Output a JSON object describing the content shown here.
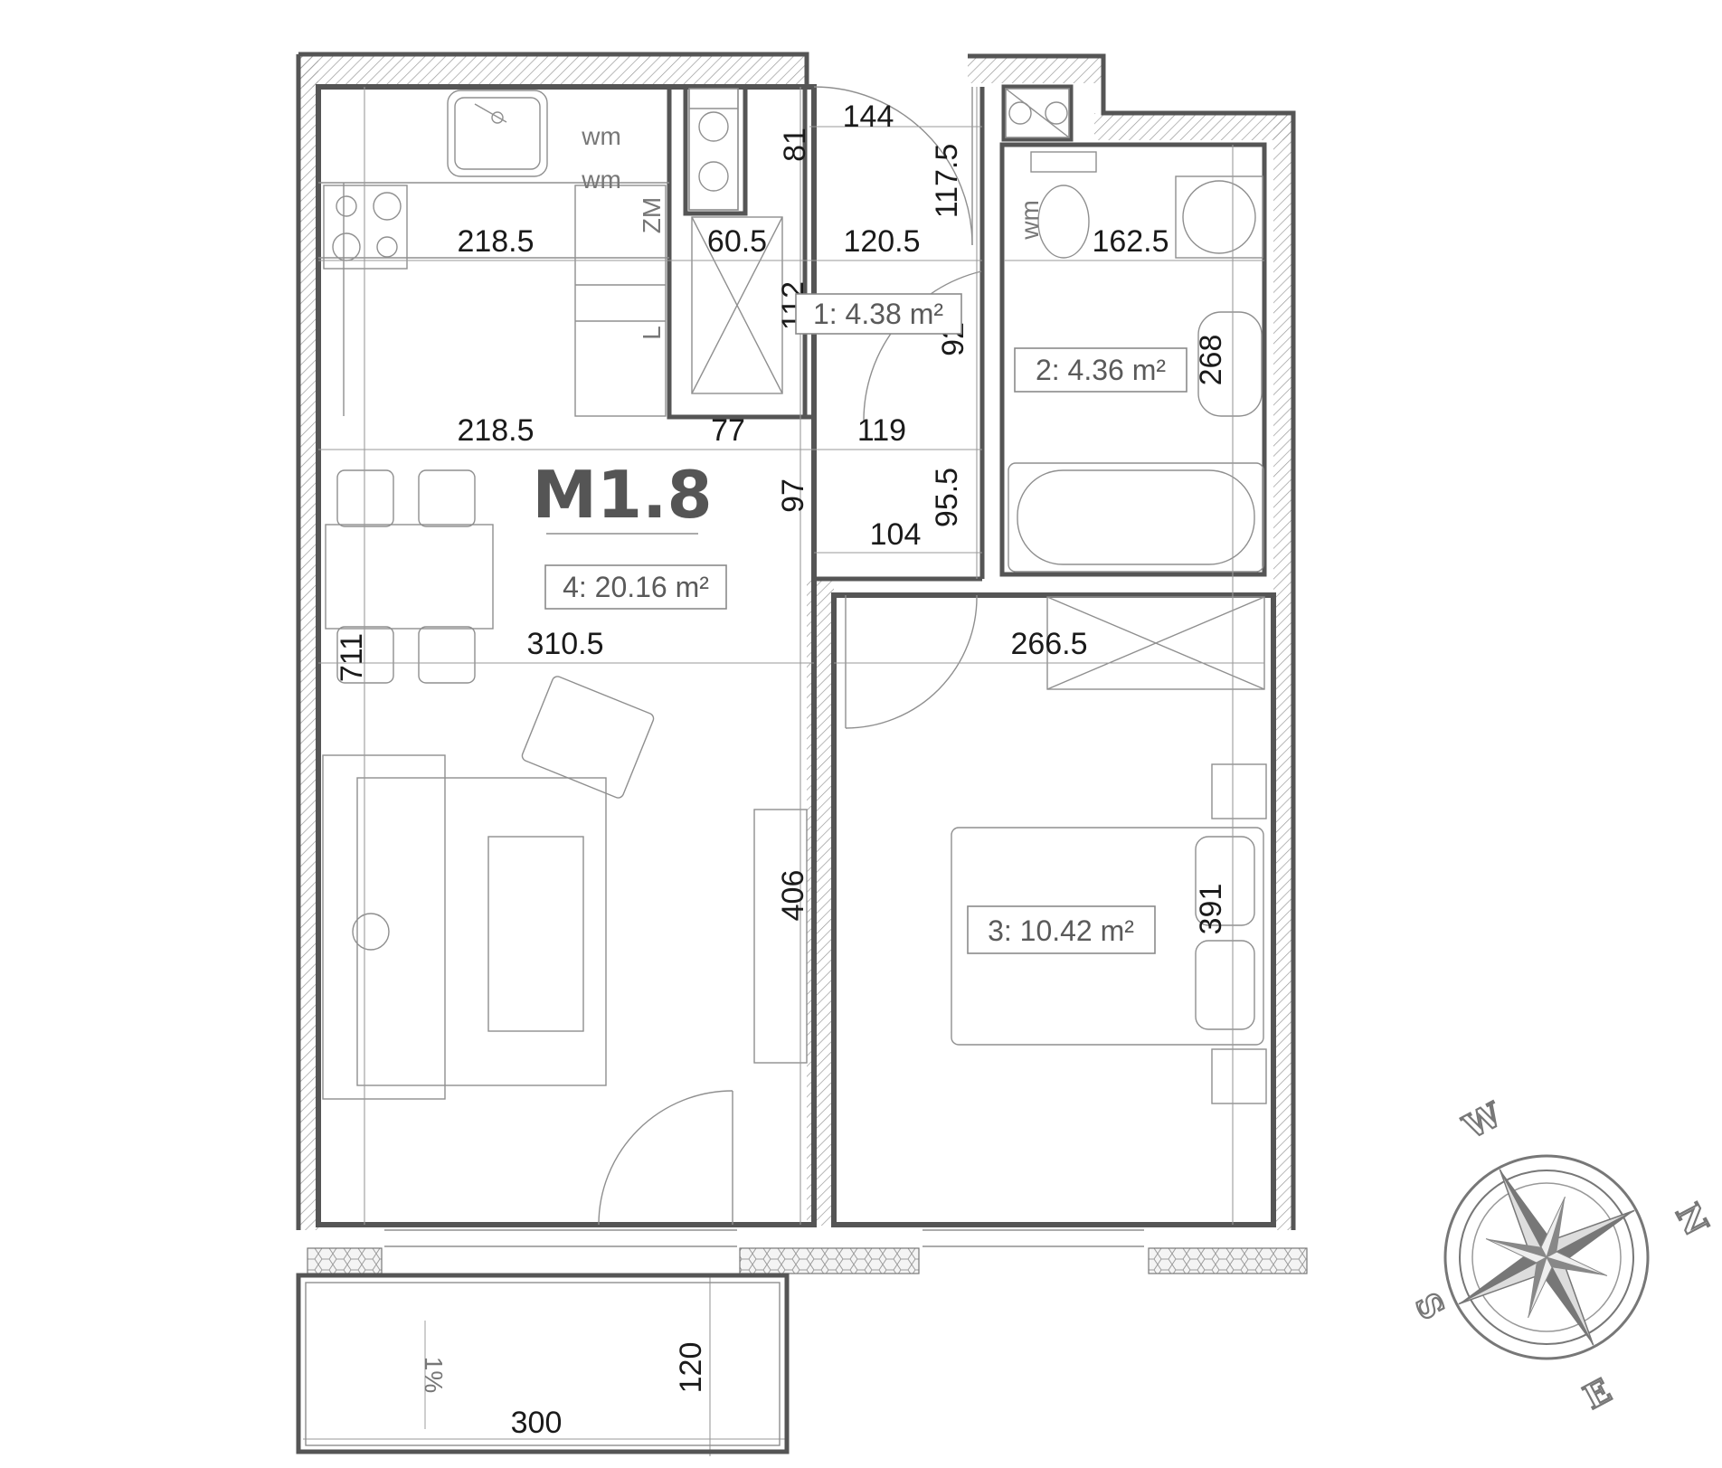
{
  "unit": {
    "name": "M1.8"
  },
  "rooms": [
    {
      "id": "1",
      "label": "1: 4.38 m²"
    },
    {
      "id": "2",
      "label": "2: 4.36 m²"
    },
    {
      "id": "3",
      "label": "3: 10.42 m²"
    },
    {
      "id": "4",
      "label": "4: 20.16 m²"
    }
  ],
  "dimensions": {
    "kitchen_top": "218.5",
    "kitchen_bottom": "218.5",
    "hall_top": "144",
    "wardrobe_depth": "81",
    "bath_door_wall": "117.5",
    "closet_width": "60.5",
    "hall_width": "120.5",
    "wc_width": "162.5",
    "hall_length": "112",
    "hall_side": "92",
    "bath_length": "268",
    "hall_lower_77": "77",
    "hall_lower_119": "119",
    "hall_lower_97": "97",
    "hall_lower_95_5": "95.5",
    "hall_lower_104": "104",
    "living_width": "310.5",
    "bedroom_width": "266.5",
    "living_length": "711",
    "living_side": "406",
    "bedroom_length": "391",
    "balcony_width": "300",
    "balcony_depth": "120"
  },
  "annotations": {
    "wm1": "wm",
    "wm2": "wm",
    "wm3": "wm",
    "zm": "ZM",
    "l": "L",
    "slope": "1%"
  },
  "compass": {
    "n": "N",
    "e": "E",
    "s": "S",
    "w": "W"
  }
}
